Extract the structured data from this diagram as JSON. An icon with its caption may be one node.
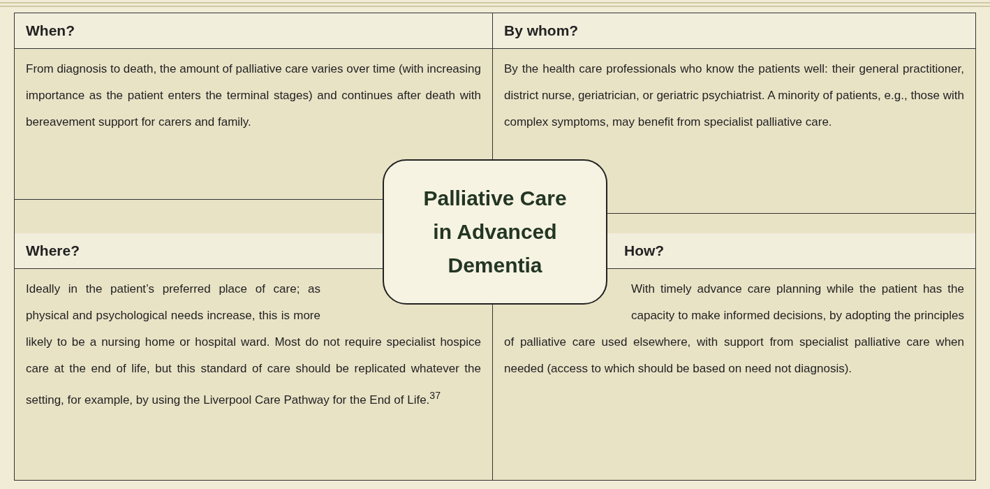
{
  "diagram": {
    "nodes": [
      {
        "text": [
          "When?",
          "From diagnosis to death, the amount of palliative care varies over time (with increasing importance as the patient enters the terminal stages) and continues after death with bereavement support for carers and family."
        ]
      },
      {
        "text": [
          "By whom?",
          "By the health care professionals who know the patients well: their general practitioner, district nurse, geriatrician, or geriatric psychiatrist. A minority of patients, e.g., those with complex symptoms, may benefit from specialist palliative care."
        ]
      },
      {
        "text": [
          "Palliative Care in Advanced Dementia"
        ]
      },
      {
        "text": [
          "Where?",
          "Ideally in the patient’s preferred place of care; as physical and psychological needs increase, this is more likely to be a nursing home or hospital ward. Most do not require specialist hospice care at the end of life, but this standard of care should be replicated whatever the setting, for example, by using the Liverpool Care Pathway for the End of Life.$^{37}$"
        ]
      },
      {
        "text": [
          "How?",
          "With timely advance care planning while the patient has the capacity to make informed decisions, by adopting the principles of palliative care used elsewhere, with support from specialist palliative care when needed (access to which should be based on need not diagnosis)."
        ]
      }
    ],
    "edges": []
  }
}
